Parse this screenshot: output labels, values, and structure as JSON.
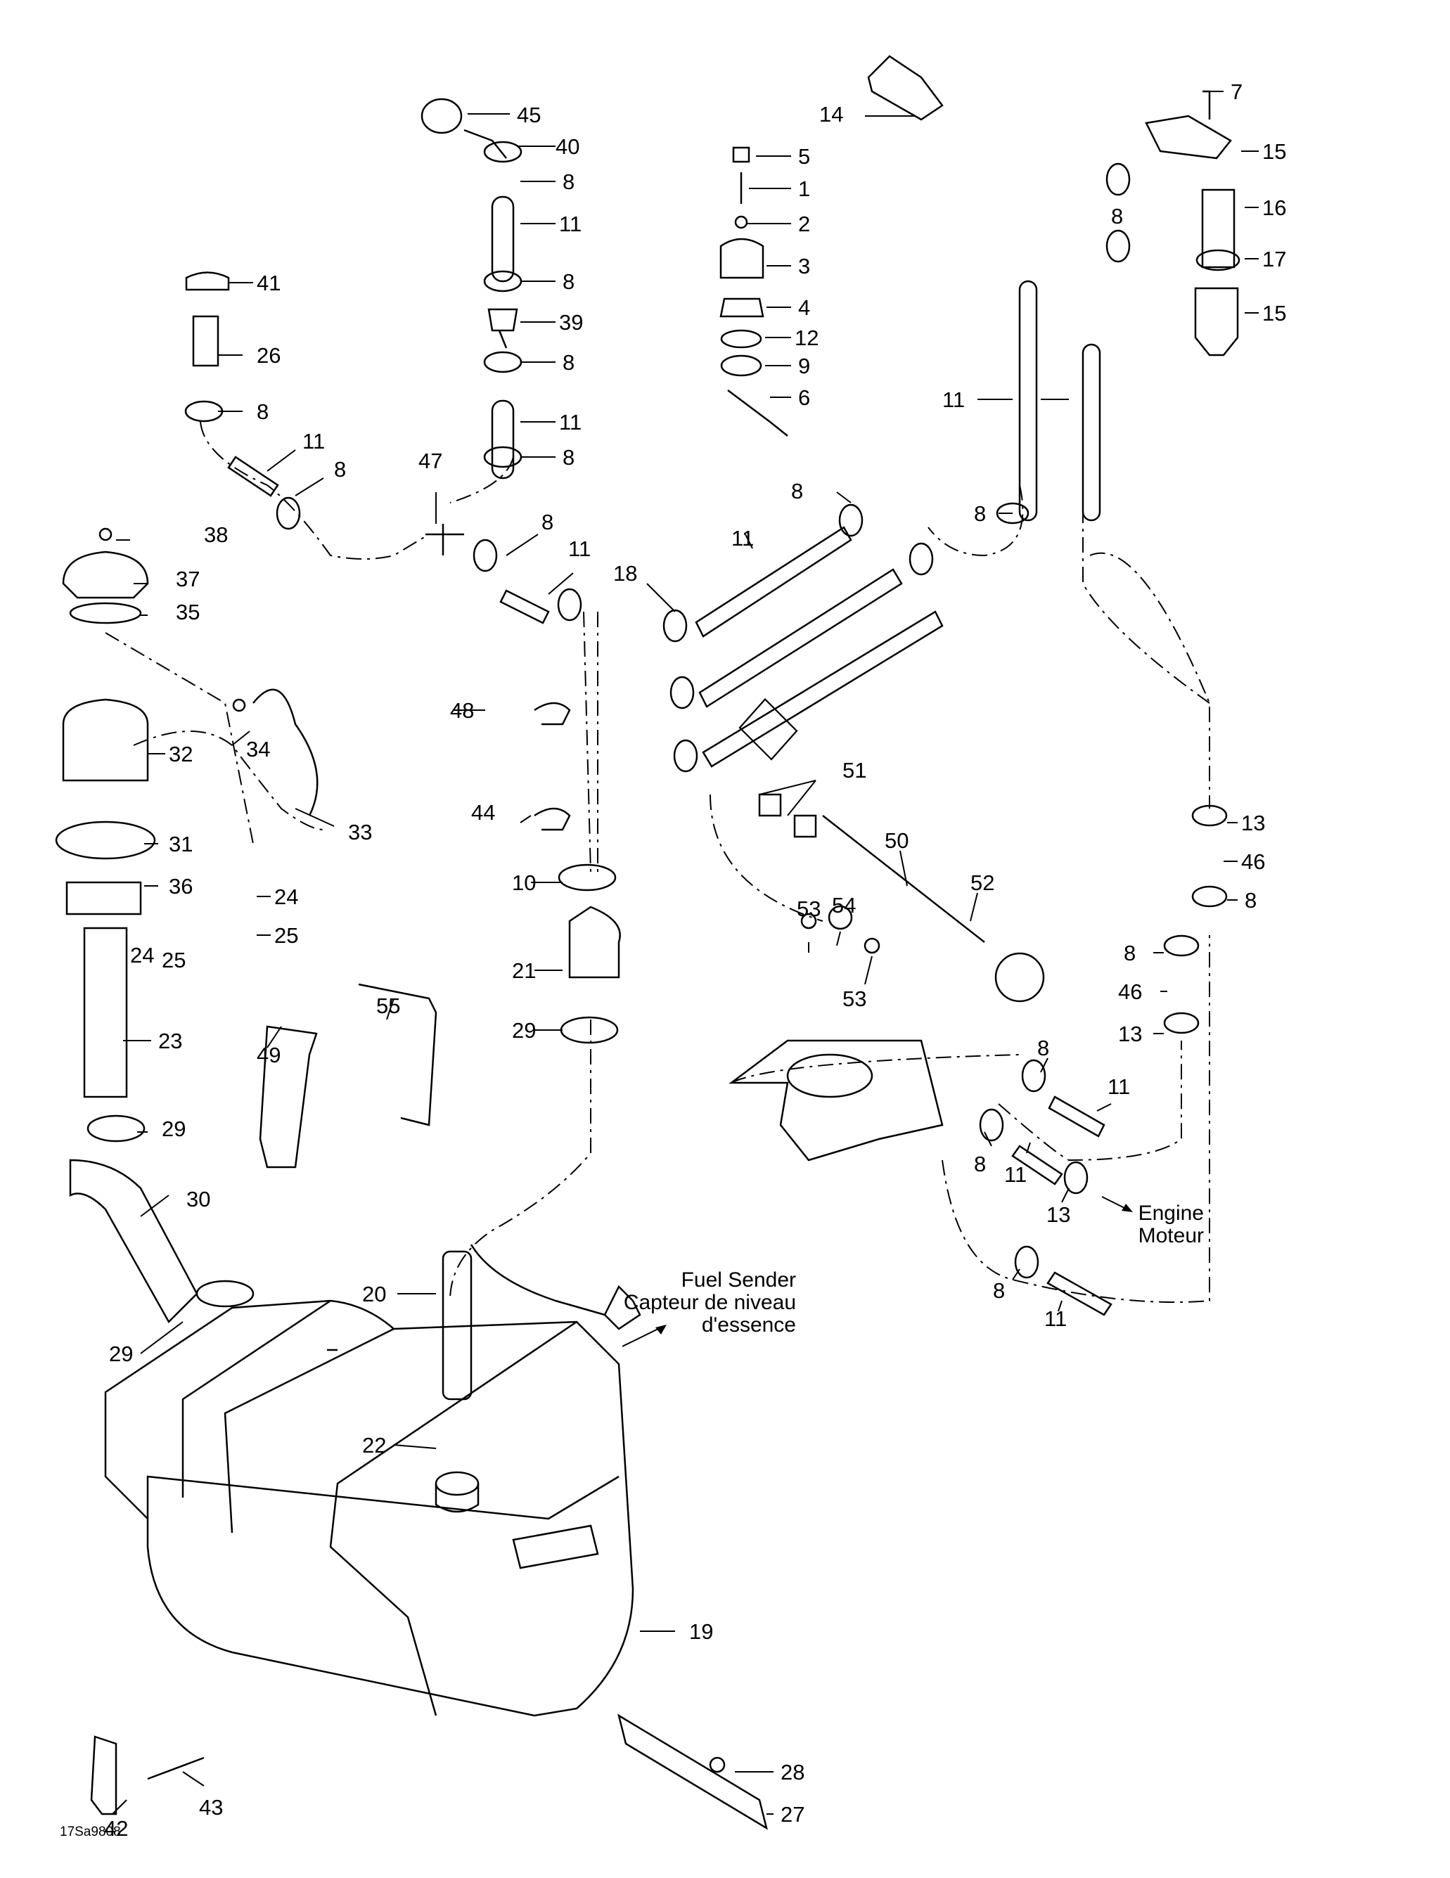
{
  "diagram": {
    "figure_code": "17Sa9808",
    "notes": {
      "fuel_sender_line1": "Fuel Sender",
      "fuel_sender_line2": "Capteur de niveau",
      "fuel_sender_line3": "d'essence",
      "engine_line1": "Engine",
      "engine_line2": "Moteur"
    },
    "callouts": [
      {
        "id": "c45",
        "text": "45"
      },
      {
        "id": "c40",
        "text": "40"
      },
      {
        "id": "c8a",
        "text": "8"
      },
      {
        "id": "c11a",
        "text": "11"
      },
      {
        "id": "c8b",
        "text": "8"
      },
      {
        "id": "c39",
        "text": "39"
      },
      {
        "id": "c8c",
        "text": "8"
      },
      {
        "id": "c11b",
        "text": "11"
      },
      {
        "id": "c8d",
        "text": "8"
      },
      {
        "id": "c41",
        "text": "41"
      },
      {
        "id": "c26",
        "text": "26"
      },
      {
        "id": "c8e",
        "text": "8"
      },
      {
        "id": "c11c",
        "text": "11"
      },
      {
        "id": "c8f",
        "text": "8"
      },
      {
        "id": "c47",
        "text": "47"
      },
      {
        "id": "c8g",
        "text": "8"
      },
      {
        "id": "c11d",
        "text": "11"
      },
      {
        "id": "c18",
        "text": "18"
      },
      {
        "id": "c38",
        "text": "38"
      },
      {
        "id": "c37",
        "text": "37"
      },
      {
        "id": "c35",
        "text": "35"
      },
      {
        "id": "c14",
        "text": "14"
      },
      {
        "id": "c5",
        "text": "5"
      },
      {
        "id": "c1",
        "text": "1"
      },
      {
        "id": "c2",
        "text": "2"
      },
      {
        "id": "c3",
        "text": "3"
      },
      {
        "id": "c4",
        "text": "4"
      },
      {
        "id": "c12",
        "text": "12"
      },
      {
        "id": "c9",
        "text": "9"
      },
      {
        "id": "c6",
        "text": "6"
      },
      {
        "id": "c8h",
        "text": "8"
      },
      {
        "id": "c11e",
        "text": "11"
      },
      {
        "id": "c7",
        "text": "7"
      },
      {
        "id": "c15a",
        "text": "15"
      },
      {
        "id": "c8i",
        "text": "8"
      },
      {
        "id": "c16",
        "text": "16"
      },
      {
        "id": "c17",
        "text": "17"
      },
      {
        "id": "c15b",
        "text": "15"
      },
      {
        "id": "c11f",
        "text": "11"
      },
      {
        "id": "c8j",
        "text": "8"
      },
      {
        "id": "c48",
        "text": "48"
      },
      {
        "id": "c34",
        "text": "34"
      },
      {
        "id": "c32",
        "text": "32"
      },
      {
        "id": "c33",
        "text": "33"
      },
      {
        "id": "c31",
        "text": "31"
      },
      {
        "id": "c36",
        "text": "36"
      },
      {
        "id": "c24a",
        "text": "24"
      },
      {
        "id": "c25a",
        "text": "25"
      },
      {
        "id": "c24b",
        "text": "24"
      },
      {
        "id": "c25b",
        "text": "25"
      },
      {
        "id": "c23",
        "text": "23"
      },
      {
        "id": "c29a",
        "text": "29"
      },
      {
        "id": "c30",
        "text": "30"
      },
      {
        "id": "c29b",
        "text": "29"
      },
      {
        "id": "c44",
        "text": "44"
      },
      {
        "id": "c10",
        "text": "10"
      },
      {
        "id": "c21",
        "text": "21"
      },
      {
        "id": "c29c",
        "text": "29"
      },
      {
        "id": "c49",
        "text": "49"
      },
      {
        "id": "c55",
        "text": "55"
      },
      {
        "id": "c51",
        "text": "51"
      },
      {
        "id": "c50",
        "text": "50"
      },
      {
        "id": "c52",
        "text": "52"
      },
      {
        "id": "c53a",
        "text": "53"
      },
      {
        "id": "c54",
        "text": "54"
      },
      {
        "id": "c53b",
        "text": "53"
      },
      {
        "id": "c13a",
        "text": "13"
      },
      {
        "id": "c46a",
        "text": "46"
      },
      {
        "id": "c8k",
        "text": "8"
      },
      {
        "id": "c8l",
        "text": "8"
      },
      {
        "id": "c46b",
        "text": "46"
      },
      {
        "id": "c13b",
        "text": "13"
      },
      {
        "id": "c8m",
        "text": "8"
      },
      {
        "id": "c11g",
        "text": "11"
      },
      {
        "id": "c8n",
        "text": "8"
      },
      {
        "id": "c11h",
        "text": "11"
      },
      {
        "id": "c13c",
        "text": "13"
      },
      {
        "id": "c8o",
        "text": "8"
      },
      {
        "id": "c11i",
        "text": "11"
      },
      {
        "id": "c20",
        "text": "20"
      },
      {
        "id": "c22",
        "text": "22"
      },
      {
        "id": "c19",
        "text": "19"
      },
      {
        "id": "c28",
        "text": "28"
      },
      {
        "id": "c27",
        "text": "27"
      },
      {
        "id": "c42",
        "text": "42"
      },
      {
        "id": "c43",
        "text": "43"
      }
    ]
  }
}
